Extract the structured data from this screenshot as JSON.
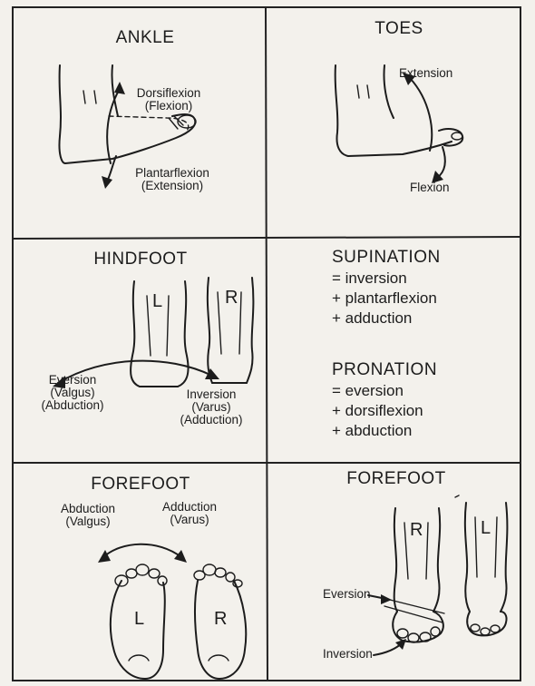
{
  "panels": {
    "ankle": {
      "title": "ANKLE",
      "dorsi_line1": "Dorsiflexion",
      "dorsi_line2": "(Flexion)",
      "plantar_line1": "Plantarflexion",
      "plantar_line2": "(Extension)"
    },
    "toes": {
      "title": "TOES",
      "extension": "Extension",
      "flexion": "Flexion"
    },
    "hindfoot": {
      "title": "HINDFOOT",
      "left_leg": "L",
      "right_leg": "R",
      "eversion_line1": "Eversion",
      "eversion_line2": "(Valgus)",
      "eversion_line3": "(Abduction)",
      "inversion_line1": "Inversion",
      "inversion_line2": "(Varus)",
      "inversion_line3": "(Adduction)"
    },
    "definitions": {
      "supination_head": "SUPINATION",
      "supination_items": [
        "= inversion",
        "+ plantarflexion",
        "+ adduction"
      ],
      "pronation_head": "PRONATION",
      "pronation_items": [
        "= eversion",
        "+ dorsiflexion",
        "+ abduction"
      ]
    },
    "forefoot_left": {
      "title": "FOREFOOT",
      "abduction_line1": "Abduction",
      "abduction_line2": "(Valgus)",
      "adduction_line1": "Adduction",
      "adduction_line2": "(Varus)",
      "left_foot": "L",
      "right_foot": "R"
    },
    "forefoot_right": {
      "title": "FOREFOOT",
      "right_leg": "R",
      "left_leg": "L",
      "eversion": "Eversion",
      "inversion": "Inversion"
    }
  }
}
